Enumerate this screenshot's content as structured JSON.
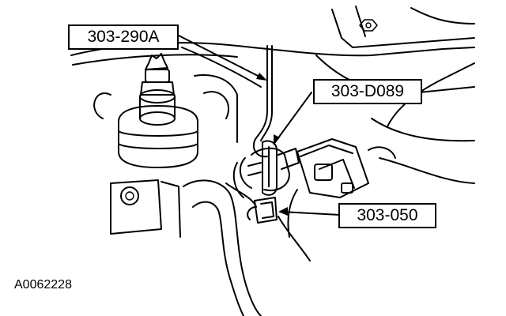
{
  "callouts": {
    "tool_1": "303-290A",
    "tool_2": "303-D089",
    "tool_3": "303-050"
  },
  "figure_id": "A0062228"
}
